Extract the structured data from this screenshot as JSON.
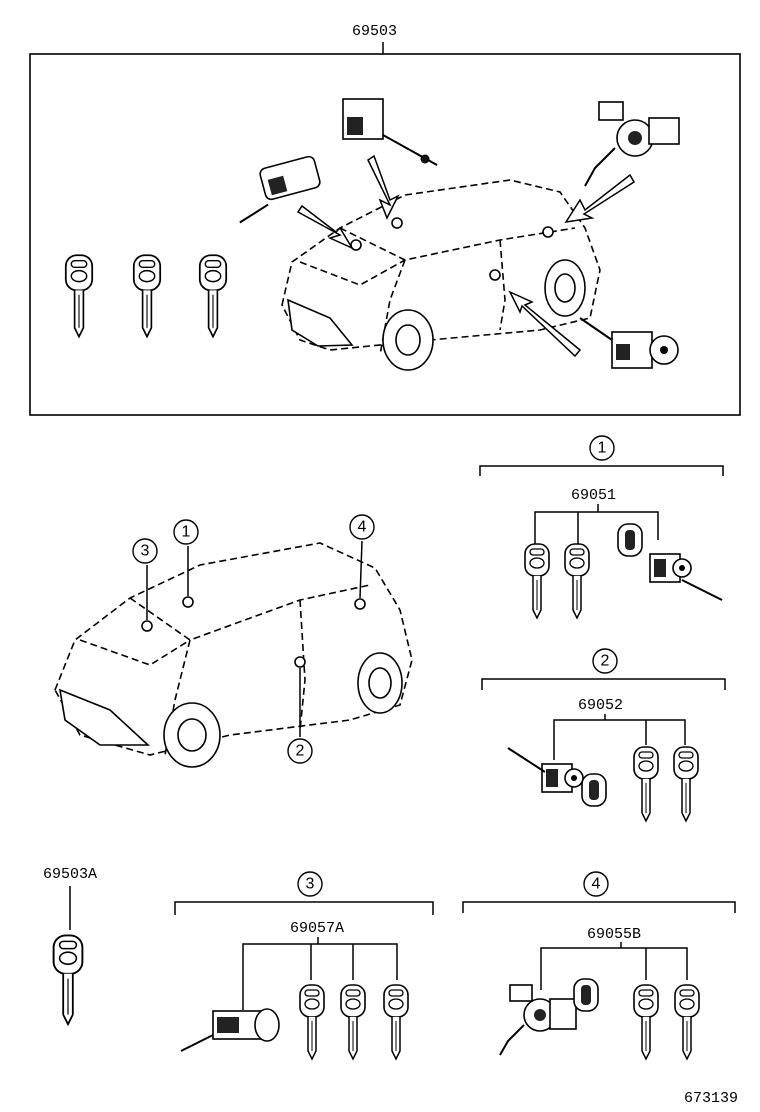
{
  "diagram": {
    "top_assembly_label": "69503",
    "callouts": [
      "1",
      "2",
      "3",
      "4"
    ],
    "sets": {
      "set1_label": "69051",
      "set2_label": "69052",
      "set3_label": "69057A",
      "set4_label": "69055B"
    },
    "single_key_label": "69503A",
    "figure_number": "673139"
  }
}
